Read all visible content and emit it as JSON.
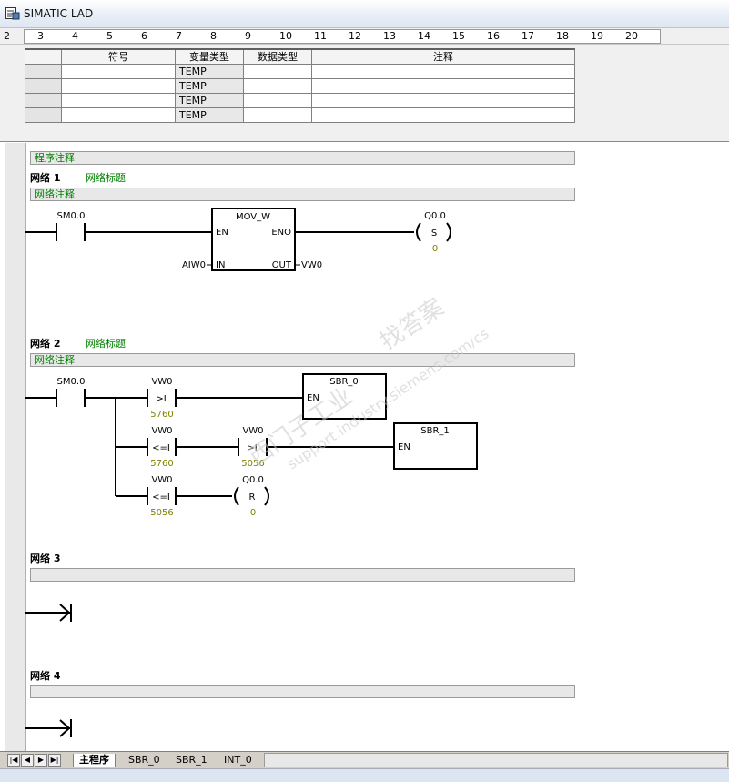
{
  "window": {
    "title": "SIMATIC LAD"
  },
  "ruler": {
    "start": "2",
    "numbers": [
      "3",
      "4",
      "5",
      "6",
      "7",
      "8",
      "9",
      "10",
      "11",
      "12",
      "13",
      "14",
      "15",
      "16",
      "17",
      "18",
      "19",
      "20"
    ]
  },
  "var_table": {
    "headers": {
      "symbol": "符号",
      "var_type": "变量类型",
      "data_type": "数据类型",
      "comment": "注释"
    },
    "rows": [
      {
        "var_type": "TEMP"
      },
      {
        "var_type": "TEMP"
      },
      {
        "var_type": "TEMP"
      },
      {
        "var_type": "TEMP"
      }
    ]
  },
  "program": {
    "comment": "程序注释",
    "networks": [
      {
        "label": "网络 1",
        "title": "网络标题",
        "comment": "网络注释"
      },
      {
        "label": "网络 2",
        "title": "网络标题",
        "comment": "网络注释"
      },
      {
        "label": "网络 3"
      },
      {
        "label": "网络 4"
      }
    ]
  },
  "net1": {
    "contact_addr": "SM0.0",
    "box_title": "MOV_W",
    "en": "EN",
    "eno": "ENO",
    "in_pin": "IN",
    "out_pin": "OUT",
    "in_operand": "AIW0",
    "out_operand": "VW0",
    "coil_addr": "Q0.0",
    "coil_letter": "S",
    "coil_count": "0"
  },
  "net2": {
    "contact_addr": "SM0.0",
    "c1_addr": "VW0",
    "c1_op": ">I",
    "c1_val": "5760",
    "c2_addr": "VW0",
    "c2_op": "<=I",
    "c2_val": "5760",
    "c3_addr": "VW0",
    "c3_op": ">I",
    "c3_val": "5056",
    "c4_addr": "VW0",
    "c4_op": "<=I",
    "c4_val": "5056",
    "sbr0_title": "SBR_0",
    "sbr0_en": "EN",
    "sbr1_title": "SBR_1",
    "sbr1_en": "EN",
    "coil_addr": "Q0.0",
    "coil_letter": "R",
    "coil_count": "0"
  },
  "tabs": {
    "items": [
      "主程序",
      "SBR_0",
      "SBR_1",
      "INT_0"
    ],
    "active": "主程序"
  },
  "watermark": {
    "line1": "西门子工业",
    "line2": "找答案",
    "line3": "support.industry.siemens.com/cs"
  }
}
